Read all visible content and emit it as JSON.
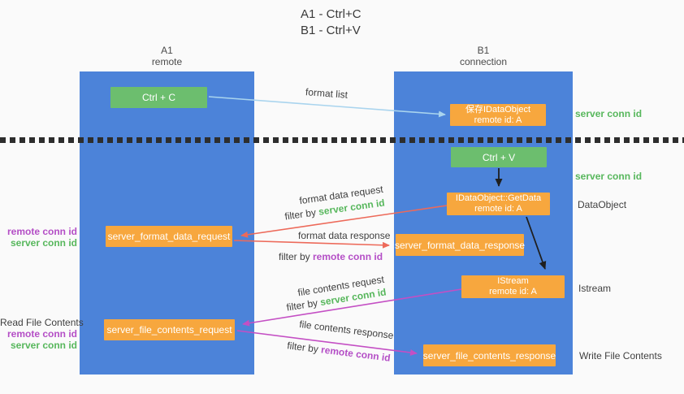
{
  "title": {
    "line1": "A1 - Ctrl+C",
    "line2": "B1 - Ctrl+V"
  },
  "lanes": {
    "left": {
      "name": "A1",
      "subtitle": "remote"
    },
    "right": {
      "name": "B1",
      "subtitle": "connection"
    }
  },
  "boxes": {
    "ctrl_c": {
      "label": "Ctrl + C"
    },
    "save_idataobject": {
      "line1": "保存IDataObject",
      "line2": "remote id: A"
    },
    "ctrl_v": {
      "label": "Ctrl + V"
    },
    "getdata": {
      "line1": "IDataObject::GetData",
      "line2": "remote id: A"
    },
    "format_request": {
      "label": "server_format_data_request"
    },
    "format_response": {
      "label": "server_format_data_response"
    },
    "istream": {
      "line1": "IStream",
      "line2": "remote id: A"
    },
    "file_request": {
      "label": "server_file_contents_request"
    },
    "file_response": {
      "label": "server_file_contents_response"
    }
  },
  "annotations": {
    "server_conn_id_top": "server conn id",
    "server_conn_id_mid": "server conn id",
    "dataobject": "DataObject",
    "istream": "Istream",
    "write_file_contents": "Write File Contents",
    "read_file_contents": "Read File Contents",
    "format_req_remote": "remote conn id",
    "format_req_server": "server conn id",
    "file_req_remote": "remote conn id",
    "file_req_server": "server conn id"
  },
  "flow_labels": {
    "format_list": "format list",
    "format_data_request": "format data request",
    "format_data_request_filter_prefix": "filter by ",
    "format_data_request_filter_value": "server conn id",
    "format_data_response": "format data response",
    "format_data_response_filter_prefix": "filter by ",
    "format_data_response_filter_value": "remote conn id",
    "file_contents_request": "file contents request",
    "file_contents_request_filter_prefix": "filter by ",
    "file_contents_request_filter_value": "server conn id",
    "file_contents_response": "file contents response",
    "file_contents_response_filter_prefix": "filter by ",
    "file_contents_response_filter_value": "remote conn id"
  },
  "colors": {
    "lane_blue": "#4c83d9",
    "box_green": "#6cbe6e",
    "box_orange": "#f7a73e",
    "text_green": "#57b75c",
    "text_purple": "#b44ec6",
    "arrow_blue": "#a9d4ee",
    "arrow_red": "#ed6a5a",
    "arrow_magenta": "#c44fc4",
    "arrow_black": "#1f1f1f"
  }
}
